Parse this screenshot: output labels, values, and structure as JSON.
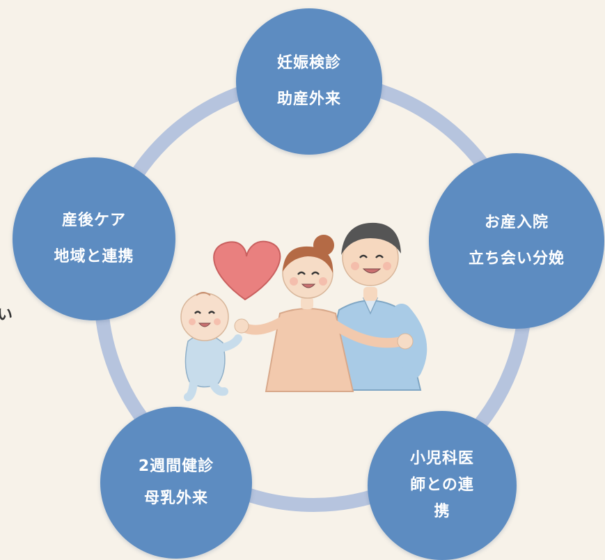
{
  "diagram": {
    "nodes": [
      {
        "line1": "妊娠検診",
        "line2": "助産外来"
      },
      {
        "line1": "お産入院",
        "line2": "立ち会い分娩"
      },
      {
        "line1": "小児科医",
        "line2": "師との連",
        "line3": "携"
      },
      {
        "line1": "2週間健診",
        "line2": "母乳外来"
      },
      {
        "line1": "産後ケア",
        "line2": "地域と連携"
      }
    ],
    "side_text": "い"
  },
  "colors": {
    "background": "#f7f2e9",
    "node_fill": "#5d8cc1",
    "ring": "#aebfdd",
    "heart": "#e9807f"
  }
}
